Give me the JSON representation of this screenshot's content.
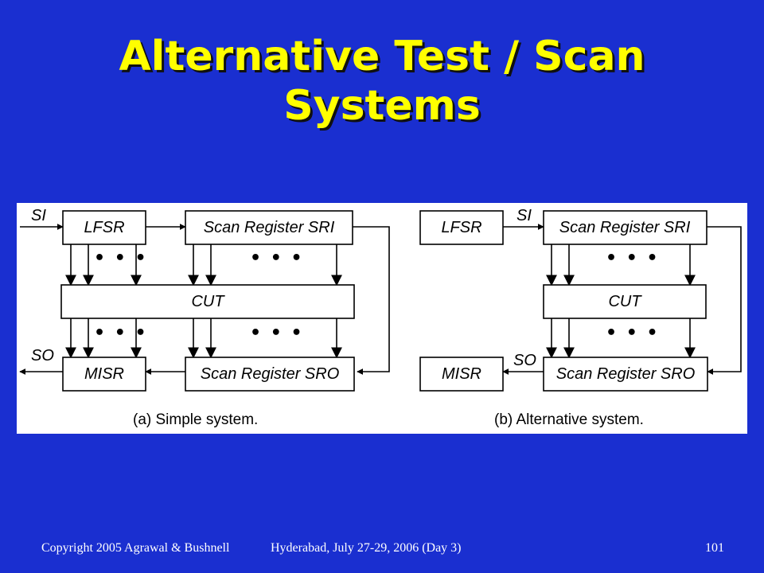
{
  "slide": {
    "title_line1": "Alternative Test / Scan",
    "title_line2": "Systems"
  },
  "diagram": {
    "simple": {
      "lfsr": "LFSR",
      "sri": "Scan Register SRI",
      "cut": "CUT",
      "misr": "MISR",
      "sro": "Scan Register SRO",
      "si": "SI",
      "so": "SO",
      "caption": "(a) Simple system."
    },
    "alternative": {
      "lfsr": "LFSR",
      "sri": "Scan Register SRI",
      "cut": "CUT",
      "misr": "MISR",
      "sro": "Scan Register SRO",
      "si": "SI",
      "so": "SO",
      "caption": "(b) Alternative system."
    },
    "ellipsis": "• • •"
  },
  "footer": {
    "copyright": "Copyright 2005 Agrawal & Bushnell",
    "event": "Hyderabad, July 27-29, 2006 (Day 3)",
    "page_number": "101"
  }
}
